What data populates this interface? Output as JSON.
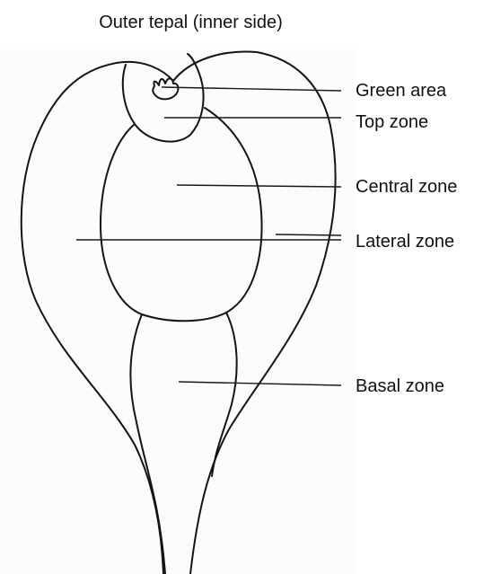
{
  "title": "Outer tepal (inner side)",
  "labels": {
    "green_area": "Green area",
    "top_zone": "Top zone",
    "central_zone": "Central zone",
    "lateral_zone": "Lateral zone",
    "basal_zone": "Basal zone"
  },
  "colors": {
    "ink": "#141414",
    "paper": "#fcfcfb"
  }
}
